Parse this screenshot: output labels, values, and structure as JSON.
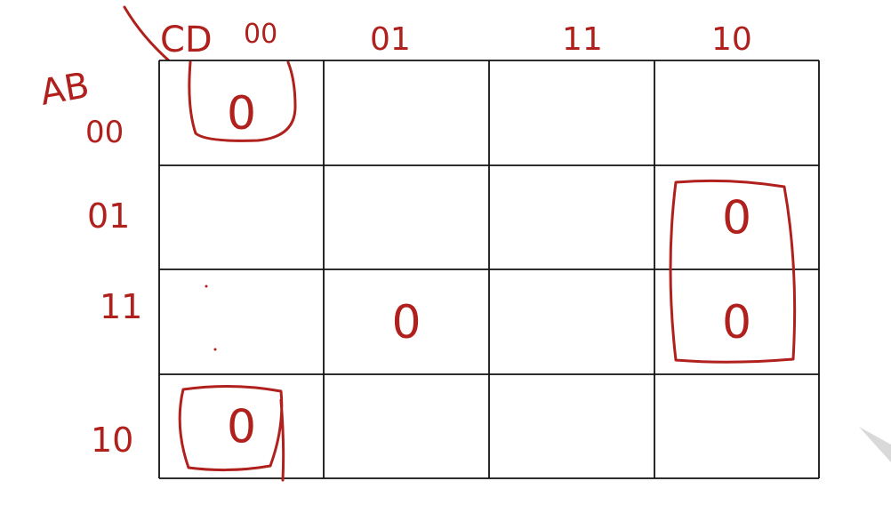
{
  "variables": {
    "row": "AB",
    "col": "CD"
  },
  "col_labels": [
    "00",
    "01",
    "11",
    "10"
  ],
  "row_labels": [
    "00",
    "01",
    "11",
    "10"
  ],
  "cells": [
    [
      "0",
      "",
      "",
      ""
    ],
    [
      "",
      "",
      "",
      "0"
    ],
    [
      "",
      "0",
      "",
      "0"
    ],
    [
      "0",
      "",
      "",
      ""
    ]
  ],
  "colors": {
    "ink": "#b0201c",
    "grid": "#111111"
  }
}
